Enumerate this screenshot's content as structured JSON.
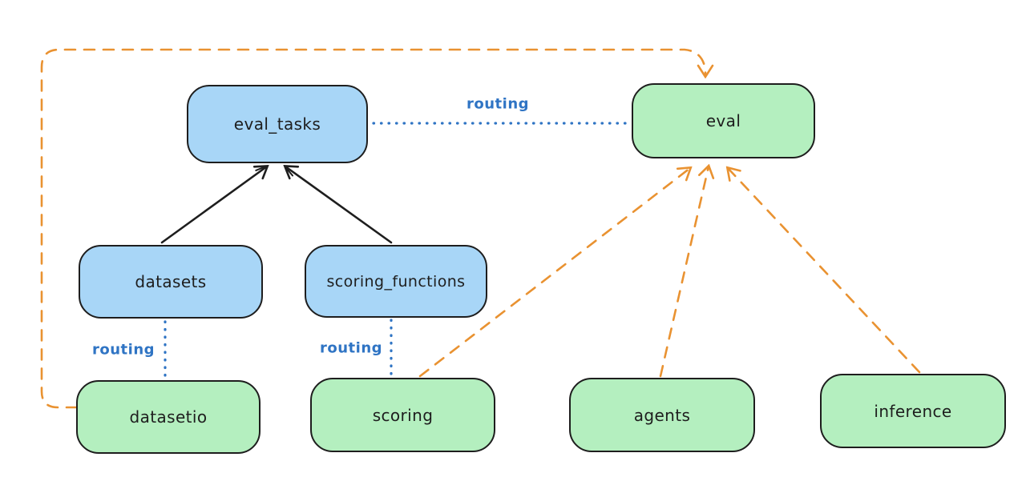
{
  "diagram": {
    "type": "architecture-diagram",
    "background": "#ffffff",
    "colors": {
      "blue_node_fill": "#a8d6f7",
      "green_node_fill": "#b4efbf",
      "node_stroke": "#1e1e1e",
      "orange_edge": "#e99231",
      "blue_edge": "#2f74c4",
      "black_edge": "#1e1e1e"
    },
    "nodes": [
      {
        "id": "eval_tasks",
        "label": "eval_tasks",
        "fill": "blue"
      },
      {
        "id": "eval",
        "label": "eval",
        "fill": "green"
      },
      {
        "id": "datasets",
        "label": "datasets",
        "fill": "blue"
      },
      {
        "id": "scoring_functions",
        "label": "scoring_functions",
        "fill": "blue"
      },
      {
        "id": "datasetio",
        "label": "datasetio",
        "fill": "green"
      },
      {
        "id": "scoring",
        "label": "scoring",
        "fill": "green"
      },
      {
        "id": "agents",
        "label": "agents",
        "fill": "green"
      },
      {
        "id": "inference",
        "label": "inference",
        "fill": "green"
      }
    ],
    "edges": [
      {
        "from": "datasets",
        "to": "eval_tasks",
        "style": "solid-black-arrow",
        "label": ""
      },
      {
        "from": "scoring_functions",
        "to": "eval_tasks",
        "style": "solid-black-arrow",
        "label": ""
      },
      {
        "from": "eval_tasks",
        "to": "eval",
        "style": "dotted-blue",
        "label": "routing"
      },
      {
        "from": "datasets",
        "to": "datasetio",
        "style": "dotted-blue",
        "label": "routing"
      },
      {
        "from": "scoring_functions",
        "to": "scoring",
        "style": "dotted-blue",
        "label": "routing"
      },
      {
        "from": "datasetio",
        "to": "eval",
        "style": "dashed-orange-arrow",
        "label": ""
      },
      {
        "from": "scoring",
        "to": "eval",
        "style": "dashed-orange-arrow",
        "label": ""
      },
      {
        "from": "agents",
        "to": "eval",
        "style": "dashed-orange-arrow",
        "label": ""
      },
      {
        "from": "inference",
        "to": "eval",
        "style": "dashed-orange-arrow",
        "label": ""
      }
    ]
  }
}
